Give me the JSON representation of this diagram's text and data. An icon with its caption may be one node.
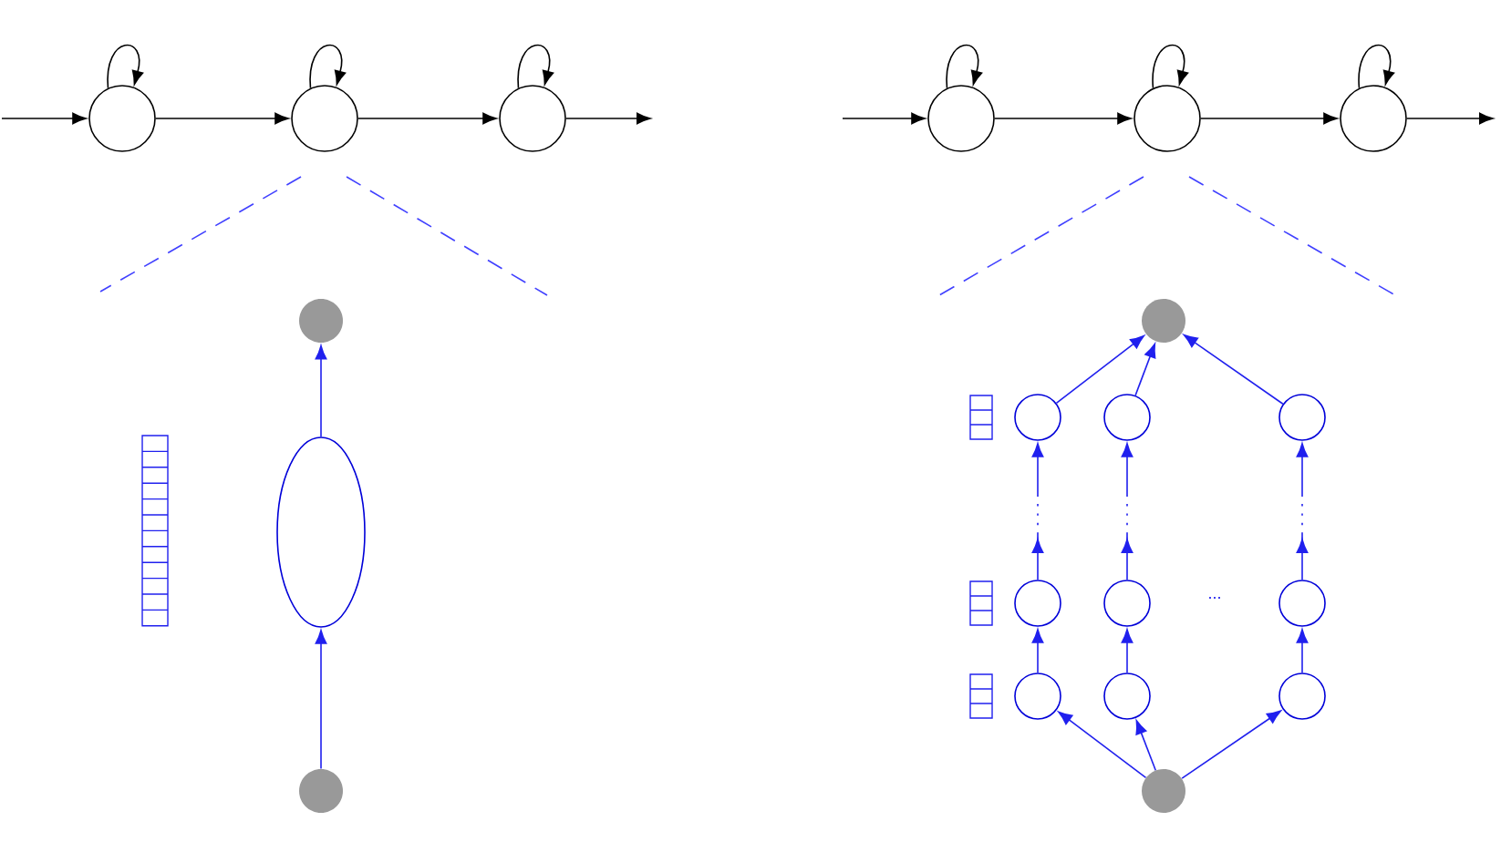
{
  "diagram": {
    "nodes": [
      {
        "text": [],
        "shape": "circle"
      },
      {
        "text": [],
        "shape": "circle"
      },
      {
        "text": [],
        "shape": "circle"
      },
      {
        "text": [],
        "shape": "circle"
      },
      {
        "text": [],
        "shape": "circle"
      },
      {
        "text": [],
        "shape": "circle"
      },
      {
        "text": [],
        "shape": "circle"
      },
      {
        "text": [],
        "shape": "ellipse"
      },
      {
        "text": [],
        "shape": "circle"
      },
      {
        "text": [],
        "shape": "circle"
      },
      {
        "text": [],
        "shape": "circle"
      },
      {
        "text": [],
        "shape": "circle"
      },
      {
        "text": [],
        "shape": "circle"
      },
      {
        "text": [],
        "shape": "circle"
      },
      {
        "text": [],
        "shape": "circle"
      },
      {
        "text": [],
        "shape": "circle"
      },
      {
        "text": [],
        "shape": "circle"
      },
      {
        "text": [],
        "shape": "circle"
      },
      {
        "text": [],
        "shape": "circle"
      },
      {
        "text": [],
        "shape": "circle"
      }
    ],
    "edges": [
      {
        "from": null,
        "to": 0,
        "arrow": "to"
      },
      {
        "from": 0,
        "to": 0,
        "arrow": "to"
      },
      {
        "from": 0,
        "to": 1,
        "arrow": "to"
      },
      {
        "from": 1,
        "to": 1,
        "arrow": "to"
      },
      {
        "from": 1,
        "to": 2,
        "arrow": "to"
      },
      {
        "from": 2,
        "to": 2,
        "arrow": "to"
      },
      {
        "from": 2,
        "to": null,
        "arrow": "to"
      },
      {
        "from": null,
        "to": 3,
        "arrow": "to"
      },
      {
        "from": 3,
        "to": 3,
        "arrow": "to"
      },
      {
        "from": 3,
        "to": 4,
        "arrow": "to"
      },
      {
        "from": 4,
        "to": 4,
        "arrow": "to"
      },
      {
        "from": 4,
        "to": 5,
        "arrow": "to"
      },
      {
        "from": 5,
        "to": 5,
        "arrow": "to"
      },
      {
        "from": 5,
        "to": null,
        "arrow": "to"
      },
      {
        "from": 8,
        "to": 7,
        "arrow": "to",
        "color": "#2020ee"
      },
      {
        "from": 7,
        "to": 6,
        "arrow": "to",
        "color": "#2020ee"
      },
      {
        "from": 19,
        "to": 16,
        "arrow": "to",
        "color": "#2020ee"
      },
      {
        "from": 19,
        "to": 17,
        "arrow": "to",
        "color": "#2020ee"
      },
      {
        "from": 19,
        "to": 18,
        "arrow": "to",
        "color": "#2020ee"
      },
      {
        "from": 16,
        "to": 13,
        "arrow": "to",
        "color": "#2020ee"
      },
      {
        "from": 17,
        "to": 14,
        "arrow": "to",
        "color": "#2020ee"
      },
      {
        "from": 18,
        "to": 15,
        "arrow": "to",
        "color": "#2020ee"
      },
      {
        "from": 13,
        "to": 10,
        "arrow": "to",
        "style": "dashed",
        "color": "#2020ee"
      },
      {
        "from": 14,
        "to": 11,
        "arrow": "to",
        "style": "dashed",
        "color": "#2020ee"
      },
      {
        "from": 15,
        "to": 12,
        "arrow": "to",
        "style": "dashed",
        "color": "#2020ee"
      },
      {
        "from": 10,
        "to": 9,
        "arrow": "to",
        "color": "#2020ee"
      },
      {
        "from": 11,
        "to": 9,
        "arrow": "to",
        "color": "#2020ee"
      },
      {
        "from": 12,
        "to": 9,
        "arrow": "to",
        "color": "#2020ee"
      }
    ],
    "labels": [
      "..."
    ]
  }
}
